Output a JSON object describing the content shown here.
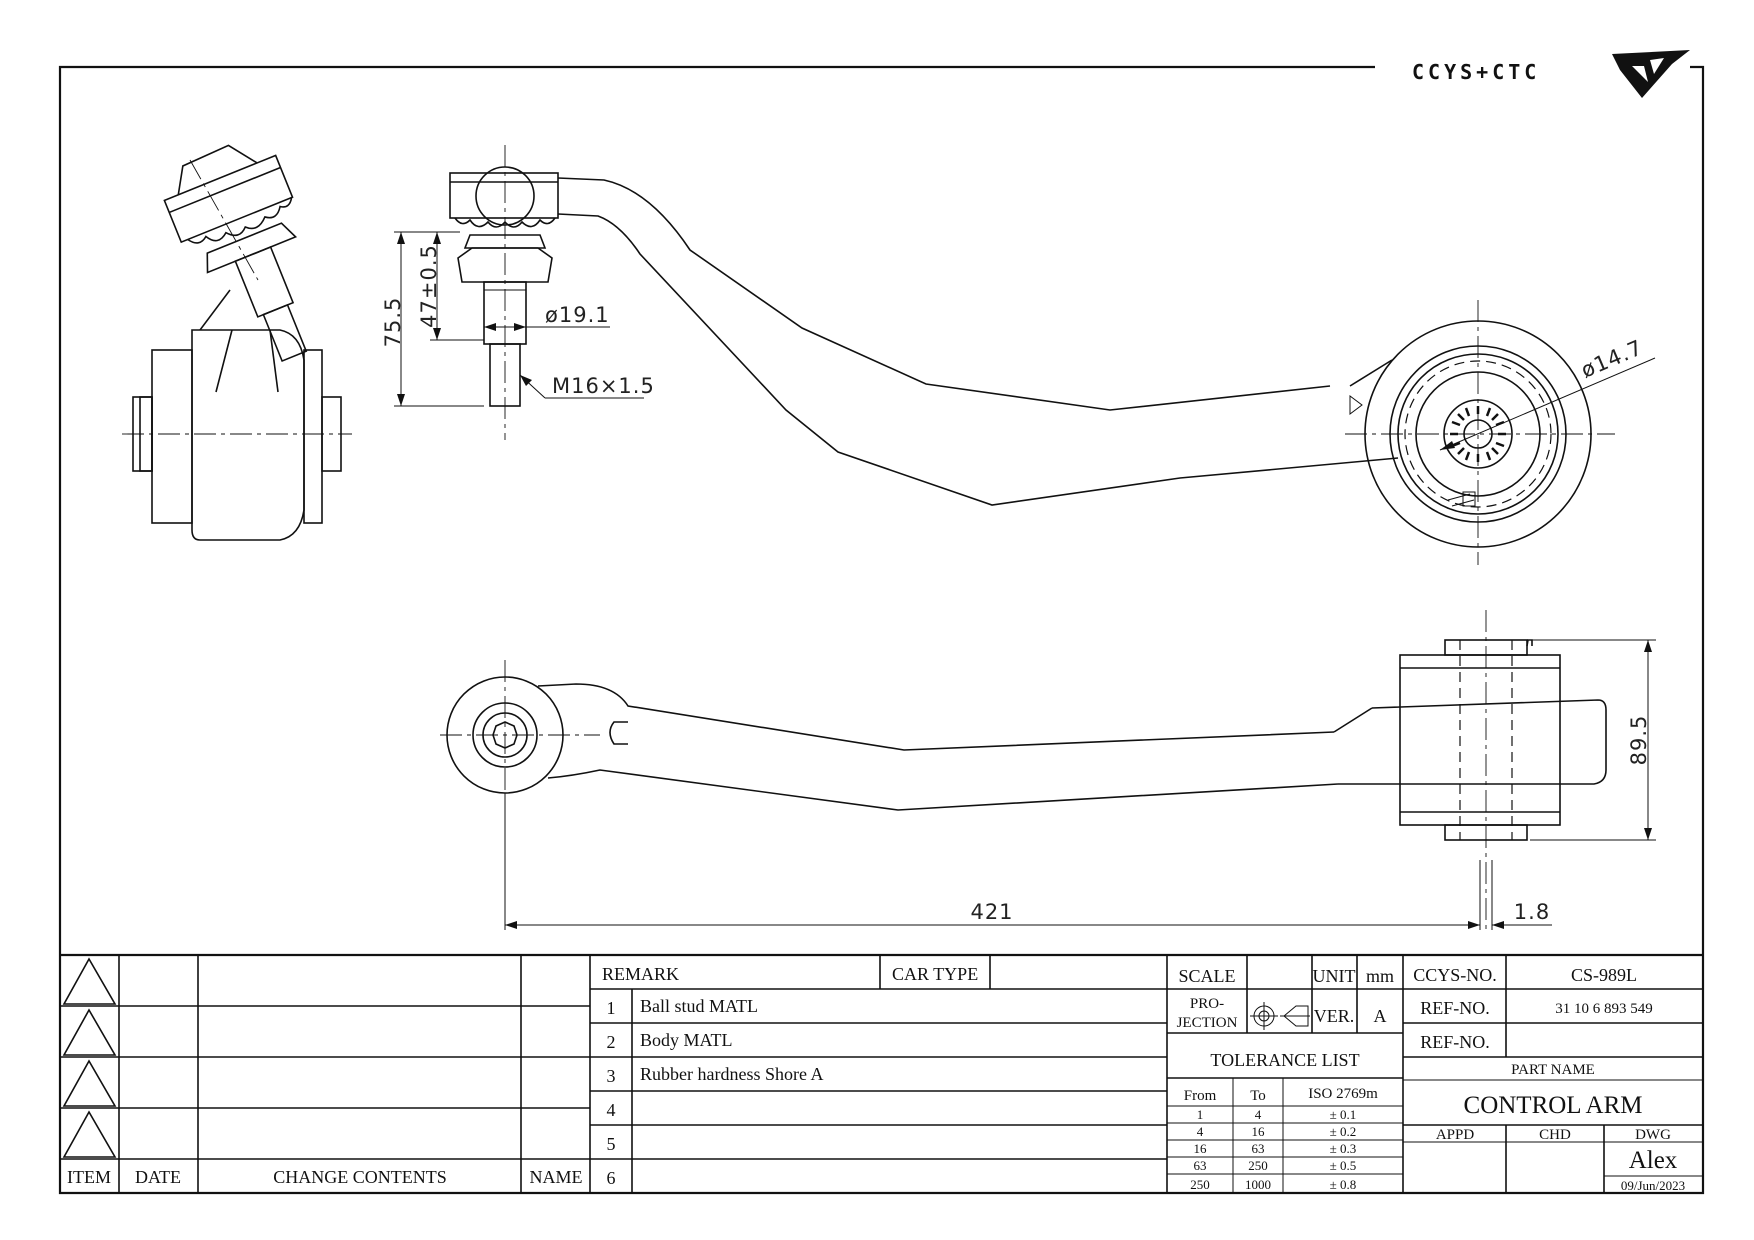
{
  "logo": {
    "text": "CCYS+CTC"
  },
  "dimensions": {
    "d_75_5": "75.5",
    "d_47": "47±0.5",
    "d_19_1": "ø19.1",
    "d_m16": "M16×1.5",
    "d_14_7": "ø14.7",
    "d_89_5": "89.5",
    "d_421": "421",
    "d_1_8": "1.8"
  },
  "revision_block": {
    "headers": {
      "item": "ITEM",
      "date": "DATE",
      "change": "CHANGE CONTENTS",
      "name": "NAME"
    }
  },
  "remarks": {
    "remark_label": "REMARK",
    "car_type_label": "CAR TYPE",
    "rows": [
      {
        "no": "1",
        "text": "Ball stud MATL"
      },
      {
        "no": "2",
        "text": "Body MATL"
      },
      {
        "no": "3",
        "text": "Rubber hardness Shore A"
      },
      {
        "no": "4",
        "text": ""
      },
      {
        "no": "5",
        "text": ""
      },
      {
        "no": "6",
        "text": ""
      }
    ]
  },
  "info": {
    "scale_label": "SCALE",
    "unit_label": "UNIT",
    "unit_value": "mm",
    "projection_label_1": "PRO-",
    "projection_label_2": "JECTION",
    "ver_label": "VER.",
    "ver_value": "A",
    "tolerance_title": "TOLERANCE LIST",
    "tolerance_headers": [
      "From",
      "To",
      "ISO 2769m"
    ],
    "tolerance_rows": [
      [
        "1",
        "4",
        "± 0.1"
      ],
      [
        "4",
        "16",
        "± 0.2"
      ],
      [
        "16",
        "63",
        "± 0.3"
      ],
      [
        "63",
        "250",
        "± 0.5"
      ],
      [
        "250",
        "1000",
        "± 0.8"
      ]
    ]
  },
  "part": {
    "ccys_no_label": "CCYS-NO.",
    "ccys_no": "CS-989L",
    "ref_no_label": "REF-NO.",
    "ref_no": "31 10 6 893 549",
    "ref_no_2_label": "REF-NO.",
    "part_name_label": "PART NAME",
    "part_name": "CONTROL ARM",
    "appd_label": "APPD",
    "chd_label": "CHD",
    "dwg_label": "DWG",
    "drawn_by": "Alex",
    "date": "09/Jun/2023"
  }
}
